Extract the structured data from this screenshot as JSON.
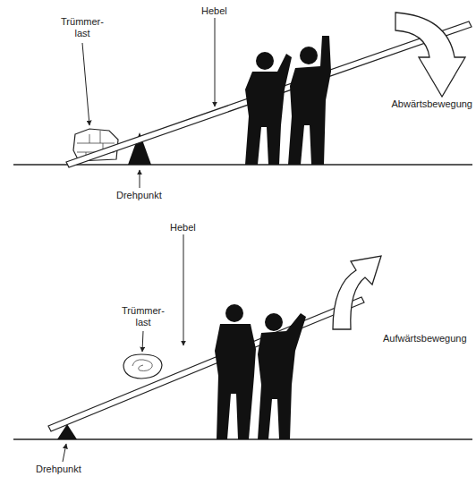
{
  "diagram": {
    "labels": [
      "Hebel",
      "Trümmer- last",
      "Abwärtsbewegung",
      "Drehpunkt",
      "Hebel",
      "Trümmer- last",
      "Aufwärtsbewegung",
      "Drehpunkt"
    ]
  }
}
